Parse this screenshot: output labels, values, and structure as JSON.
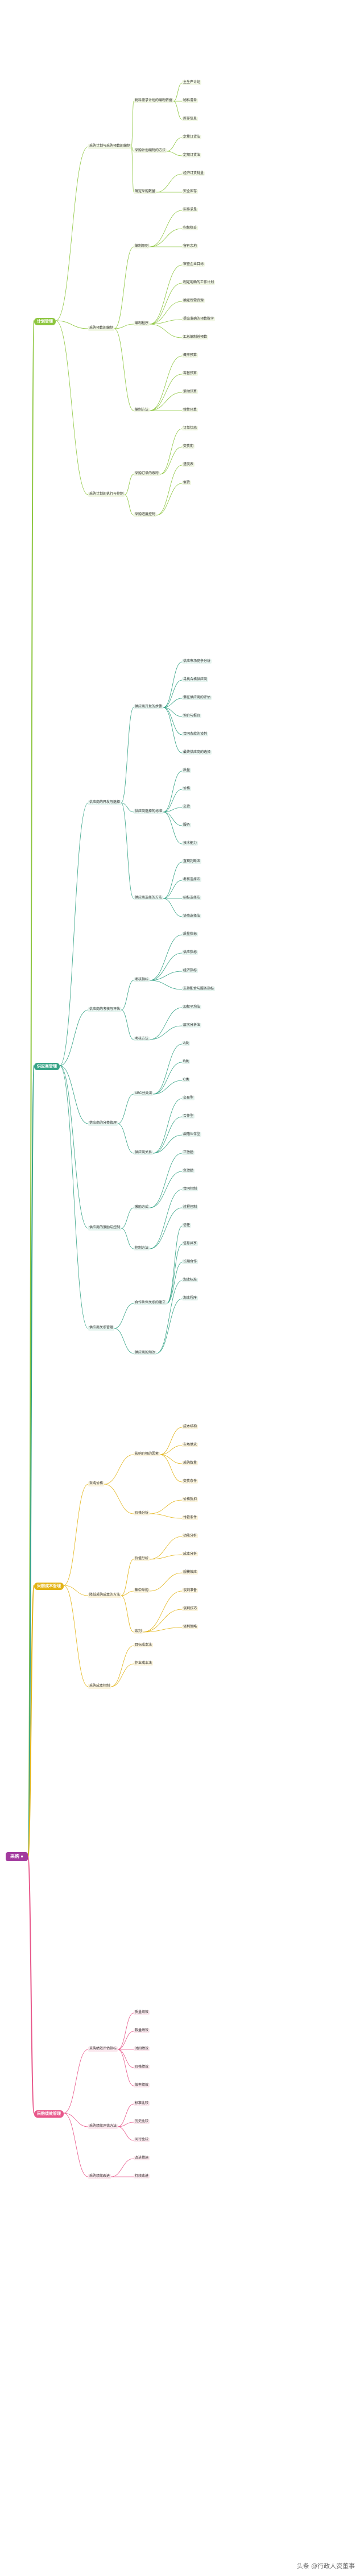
{
  "root": {
    "label": "采购 ●",
    "color": "#a23a9e"
  },
  "branches": [
    {
      "id": "g1",
      "label": "计划管理",
      "color": "#8dc63f",
      "children": [
        {
          "label": "采购计划与采购预算的编制",
          "children": [
            {
              "label": "物料需求计划的编制依据",
              "children": [
                "主生产计划",
                "物料清单",
                "库存信息"
              ]
            },
            {
              "label": "采购计划编制的方法",
              "children": [
                "定量订货法",
                "定期订货法"
              ]
            },
            {
              "label": "确定采购数量",
              "children": [
                "经济订货批量",
                "安全库存"
              ]
            }
          ]
        },
        {
          "label": "采购预算的编制",
          "children": [
            {
              "label": "编制原则",
              "children": [
                "实事求是",
                "积极稳妥",
                "留有余地"
              ]
            },
            {
              "label": "编制程序",
              "children": [
                "审查企业目标",
                "制定明确的工作计划",
                "确定所需资源",
                "提出准确的预算数字",
                "汇总编制总预算"
              ]
            },
            {
              "label": "编制方法",
              "children": [
                "概率预算",
                "零基预算",
                "滚动预算",
                "弹性预算"
              ]
            }
          ]
        },
        {
          "label": "采购计划的执行与控制",
          "children": [
            {
              "label": "采购订单的跟踪",
              "children": [
                "订单状态",
                "交货期"
              ]
            },
            {
              "label": "采购进度控制",
              "children": [
                "进度表",
                "催货"
              ]
            }
          ]
        }
      ]
    },
    {
      "id": "g2",
      "label": "供应商管理",
      "color": "#36a386",
      "children": [
        {
          "label": "供应商的开发与选择",
          "children": [
            {
              "label": "供应商开发的步骤",
              "children": [
                "供应市场竞争分析",
                "寻找合格供应商",
                "潜在供应商的评估",
                "询价与报价",
                "合同条款的谈判",
                "最终供应商的选择"
              ]
            },
            {
              "label": "供应商选择的标准",
              "children": [
                "质量",
                "价格",
                "交货",
                "服务",
                "技术能力"
              ]
            },
            {
              "label": "供应商选择的方法",
              "children": [
                "直观判断法",
                "考核选择法",
                "招标选择法",
                "协商选择法"
              ]
            }
          ]
        },
        {
          "label": "供应商的考核与评估",
          "children": [
            {
              "label": "考核指标",
              "children": [
                "质量指标",
                "供应指标",
                "经济指标",
                "支持配合与服务指标"
              ]
            },
            {
              "label": "考核方法",
              "children": [
                "加权平均法",
                "层次分析法"
              ]
            }
          ]
        },
        {
          "label": "供应商的分类管理",
          "children": [
            {
              "label": "ABC分类法",
              "children": [
                "A类",
                "B类",
                "C类"
              ]
            },
            {
              "label": "供应商关系",
              "children": [
                "交易型",
                "合作型",
                "战略伙伴型"
              ]
            }
          ]
        },
        {
          "label": "供应商的激励与控制",
          "children": [
            {
              "label": "激励方式",
              "children": [
                "正激励",
                "负激励"
              ]
            },
            {
              "label": "控制方法",
              "children": [
                "合同控制",
                "过程控制"
              ]
            }
          ]
        },
        {
          "label": "供应商关系管理",
          "children": [
            {
              "label": "合作伙伴关系的建立",
              "children": [
                "信任",
                "信息共享",
                "长期合作"
              ]
            },
            {
              "label": "供应商的淘汰",
              "children": [
                "淘汰标准",
                "淘汰程序"
              ]
            }
          ]
        }
      ]
    },
    {
      "id": "g3",
      "label": "采购成本管理",
      "color": "#e3b417",
      "children": [
        {
          "label": "采购价格",
          "children": [
            {
              "label": "影响价格的因素",
              "children": [
                "成本结构",
                "市场供求",
                "采购数量",
                "交货条件"
              ]
            },
            {
              "label": "价格分析",
              "children": [
                "价格折扣",
                "付款条件"
              ]
            }
          ]
        },
        {
          "label": "降低采购成本的方法",
          "children": [
            {
              "label": "价值分析",
              "children": [
                "功能分析",
                "成本分析"
              ]
            },
            {
              "label": "集中采购",
              "children": [
                "规模效应"
              ]
            },
            {
              "label": "谈判",
              "children": [
                "谈判准备",
                "谈判技巧",
                "谈判策略"
              ]
            }
          ]
        },
        {
          "label": "采购成本控制",
          "children": [
            "目标成本法",
            "作业成本法"
          ]
        }
      ]
    },
    {
      "id": "g4",
      "label": "采购绩效管理",
      "color": "#e8588b",
      "children": [
        {
          "label": "采购绩效评估指标",
          "children": [
            "质量绩效",
            "数量绩效",
            "时间绩效",
            "价格绩效",
            "效率绩效"
          ]
        },
        {
          "label": "采购绩效评估方法",
          "children": [
            "标准比较",
            "历史比较",
            "同行比较"
          ]
        },
        {
          "label": "采购绩效改进",
          "children": [
            "改进措施",
            "持续改进"
          ]
        }
      ]
    }
  ],
  "watermark": "头条 @行政人资董事"
}
